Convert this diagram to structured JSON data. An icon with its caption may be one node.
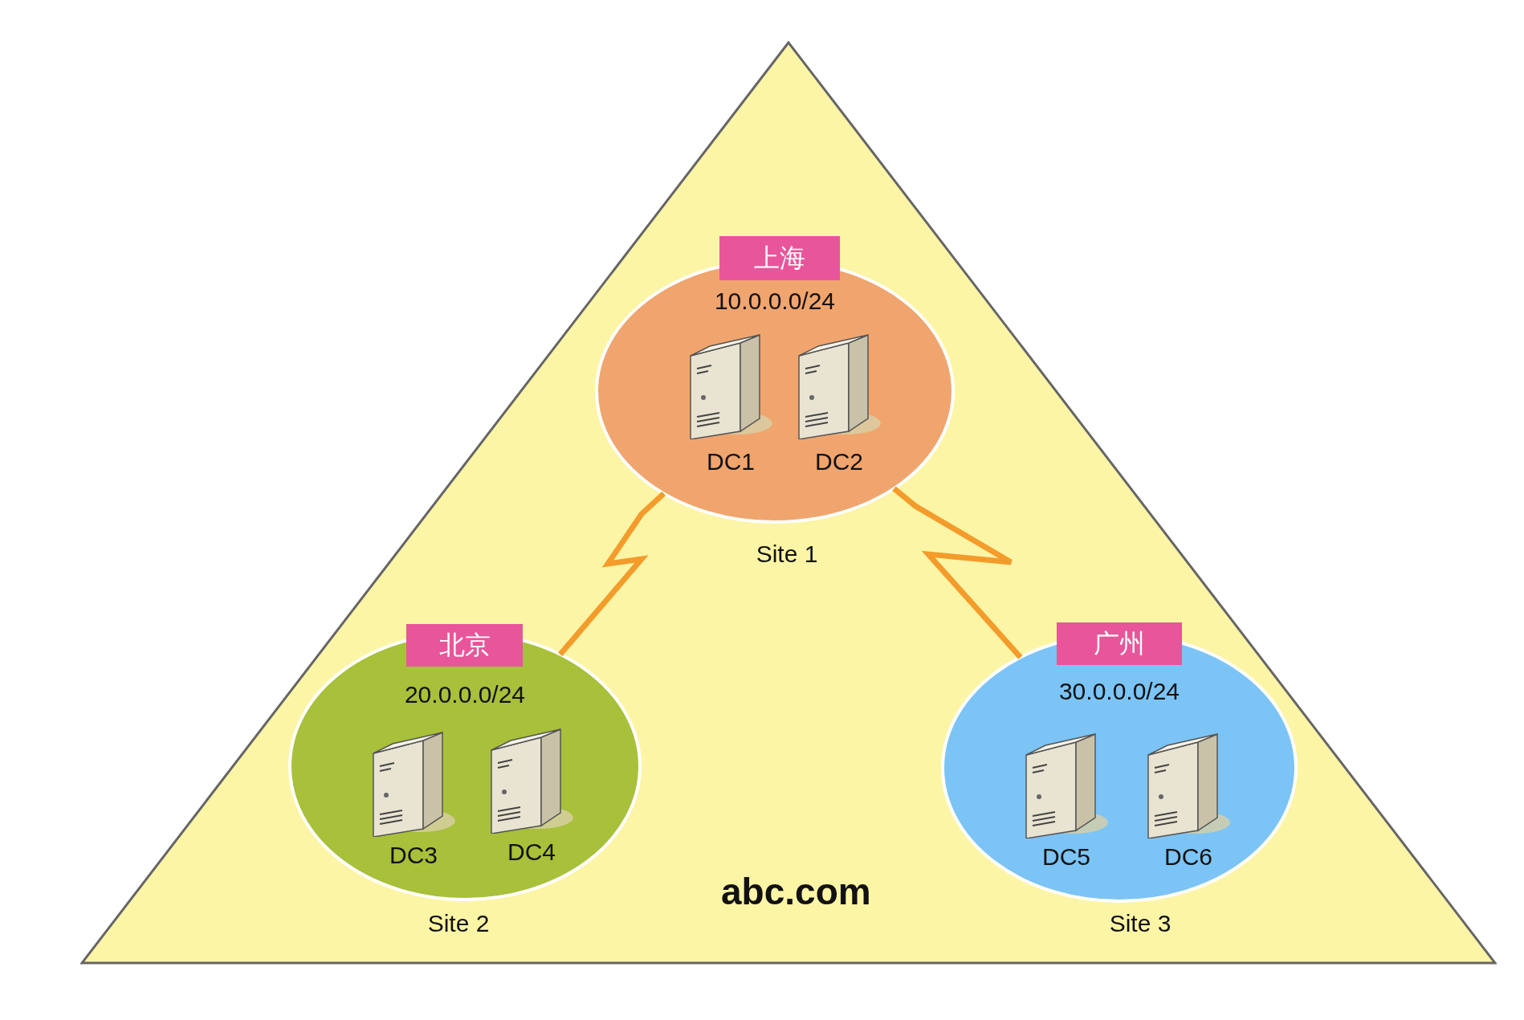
{
  "diagram": {
    "nodes": [
      {
        "text": [
          "abc.com"
        ]
      },
      {
        "text": [
          "上海",
          "10.0.0.0/24"
        ],
        "beside": [
          "Site 1"
        ],
        "in": 0
      },
      {
        "text": [
          "DC1"
        ],
        "in": 1
      },
      {
        "text": [
          "DC2"
        ],
        "in": 1
      },
      {
        "text": [
          "北京",
          "20.0.0.0/24"
        ],
        "beside": [
          "Site 2"
        ],
        "in": 0
      },
      {
        "text": [
          "DC3"
        ],
        "in": 4
      },
      {
        "text": [
          "DC4"
        ],
        "in": 4
      },
      {
        "text": [
          "广州",
          "30.0.0.0/24"
        ],
        "beside": [
          "Site 3"
        ],
        "in": 0
      },
      {
        "text": [
          "DC5"
        ],
        "in": 7
      },
      {
        "text": [
          "DC6"
        ],
        "in": 7
      }
    ],
    "edges": [
      {
        "from": 1,
        "to": 4,
        "arrow": "none"
      },
      {
        "from": 1,
        "to": 7,
        "arrow": "none"
      }
    ]
  }
}
